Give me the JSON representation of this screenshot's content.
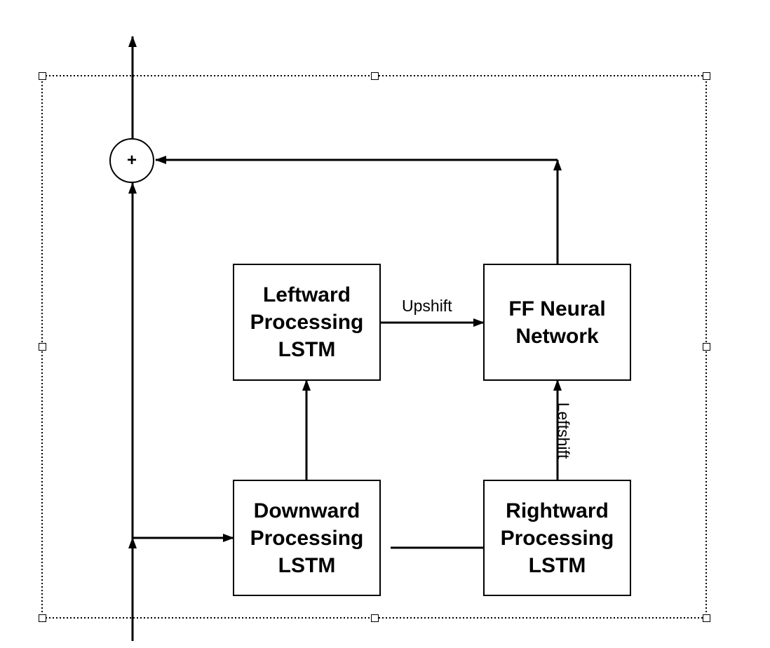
{
  "diagram": {
    "nodes": {
      "leftward_lstm": {
        "label": "Leftward\nProcessing\nLSTM"
      },
      "ff_network": {
        "label": "FF Neural\nNetwork"
      },
      "downward_lstm": {
        "label": "Downward\nProcessing\nLSTM"
      },
      "rightward_lstm": {
        "label": "Rightward\nProcessing\nLSTM"
      },
      "sum_node": {
        "label": "+"
      }
    },
    "edge_labels": {
      "upshift": "Upshift",
      "leftshift": "Leftshift"
    }
  }
}
